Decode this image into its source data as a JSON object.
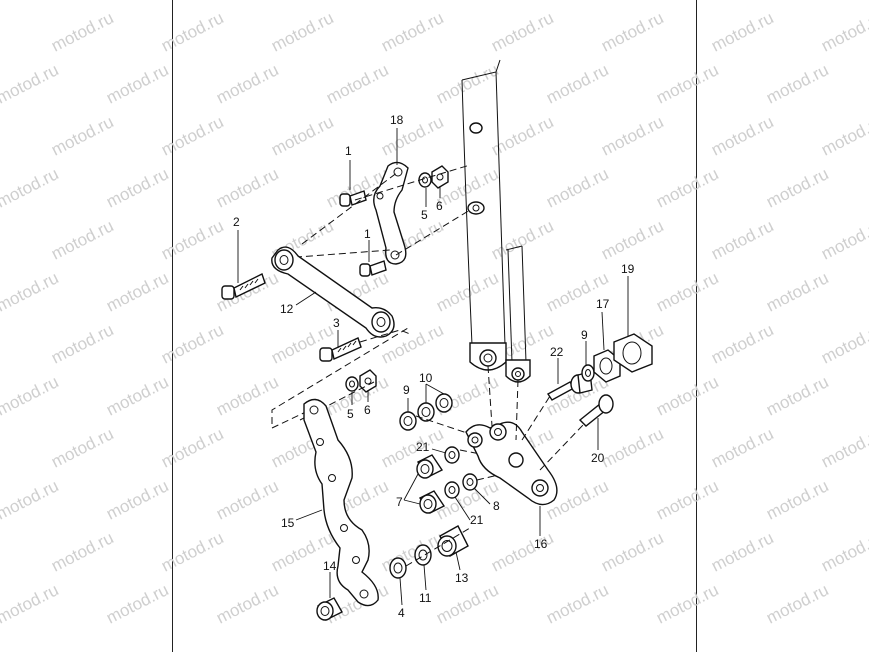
{
  "watermark": "motod.ru",
  "callouts": {
    "c1a": "1",
    "c1b": "1",
    "c2": "2",
    "c3": "3",
    "c4": "4",
    "c5a": "5",
    "c5b": "5",
    "c6a": "6",
    "c6b": "6",
    "c7": "7",
    "c8": "8",
    "c9a": "9",
    "c9b": "9",
    "c10": "10",
    "c11": "11",
    "c12": "12",
    "c13": "13",
    "c14": "14",
    "c15": "15",
    "c16": "16",
    "c17": "17",
    "c18": "18",
    "c19": "19",
    "c20": "20",
    "c21a": "21",
    "c21b": "21",
    "c22": "22"
  }
}
